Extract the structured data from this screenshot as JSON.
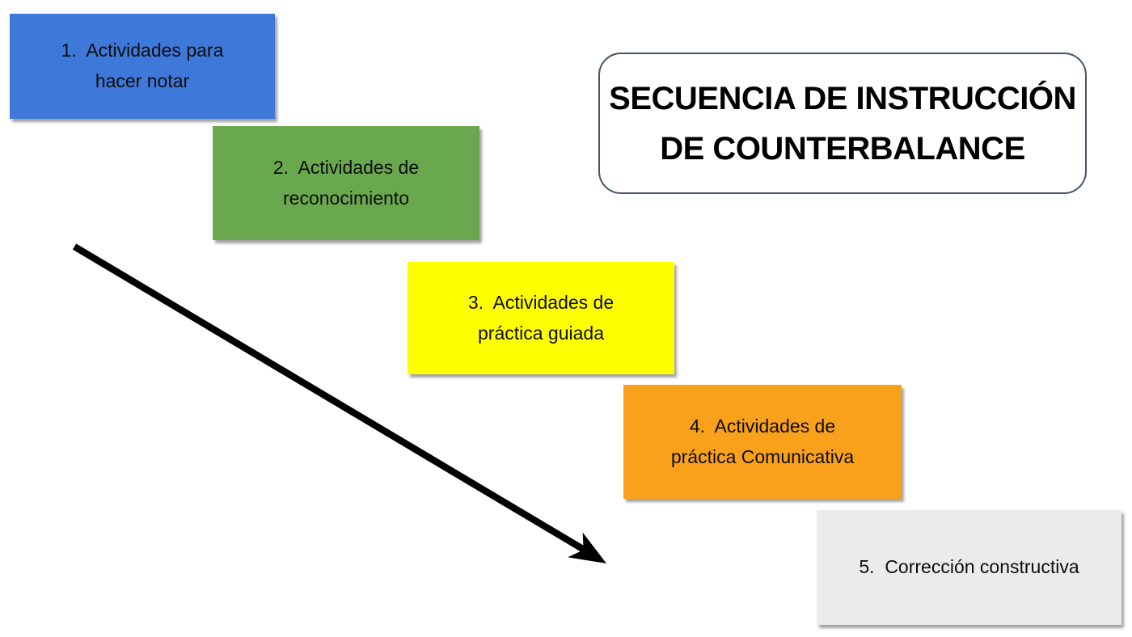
{
  "title": {
    "line1": "SECUENCIA DE INSTRUCCIÓN",
    "line2": "DE COUNTERBALANCE"
  },
  "title_box": {
    "border_color": "#44546A",
    "background": "#FFFFFF"
  },
  "steps": [
    {
      "line1": "1.  Actividades para",
      "line2": "hacer notar",
      "color": "#3E78D8"
    },
    {
      "line1": "2.  Actividades de",
      "line2": "reconocimiento",
      "color": "#6AA84F"
    },
    {
      "line1": "3.  Actividades de",
      "line2": "práctica guiada",
      "color": "#FFFF00"
    },
    {
      "line1": "4.  Actividades de",
      "line2": "práctica Comunicativa",
      "color": "#F9A11B"
    },
    {
      "line1": "5.  Corrección constructiva",
      "line2": "",
      "color": "#EBEBEB"
    }
  ],
  "arrow": {
    "color": "#000000"
  }
}
